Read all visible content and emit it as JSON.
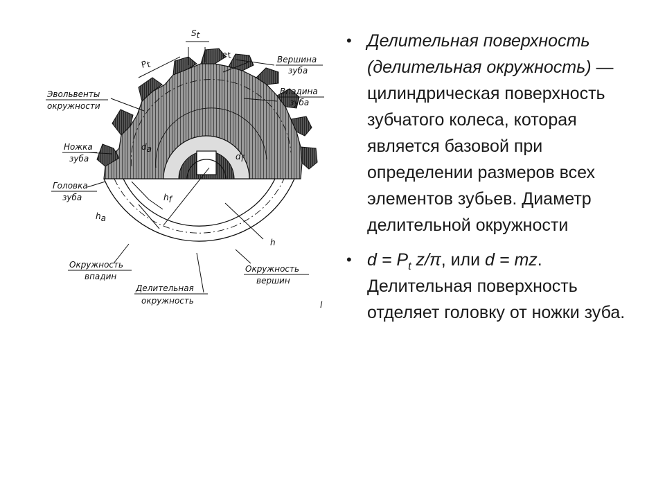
{
  "figure": {
    "labels": {
      "s_t": "S",
      "s_t_sub": "t",
      "p_t": "P",
      "p_t_sub": "t",
      "e_t": "e",
      "e_t_sub": "t",
      "vershina_1": "Вершина",
      "vershina_2": "зуба",
      "vpadina_1": "Впадина",
      "vpadina_2": "зуба",
      "evolventy_1": "Эвольвенты",
      "evolventy_2": "окружности",
      "nozhka_1": "Ножка",
      "nozhka_2": "зуба",
      "golovka_1": "Головка",
      "golovka_2": "зуба",
      "h_f": "h",
      "h_f_sub": "f",
      "h_a": "h",
      "h_a_sub": "a",
      "h": "h",
      "d_a": "d",
      "d_a_sub": "a",
      "d_f": "d",
      "d_f_sub": "f",
      "okr_vpadin_1": "Окружность",
      "okr_vpadin_2": "впадин",
      "okr_vershin_1": "Окружность",
      "okr_vershin_2": "вершин",
      "delit_okr_1": "Делительная",
      "delit_okr_2": "окружность",
      "mark": "l"
    }
  },
  "bullets": {
    "b1_term": "Делительная поверхность (делительная окружность)",
    "b1_rest": " — цилиндрическая поверхность зубчатого колеса, которая является базовой при определении размеров всех элементов зубьев. Диаметр делительной окружности",
    "b2_d": "d",
    "b2_eq": " = ",
    "b2_p": "P",
    "b2_p_sub": "t",
    "b2_z": " z/π",
    "b2_or": ", или ",
    "b2_d2": "d",
    "b2_eq2": " = mz",
    "b2_dot": ".",
    "b2_rest": " Делительная поверхность отделяет головку от ножки зуба."
  }
}
